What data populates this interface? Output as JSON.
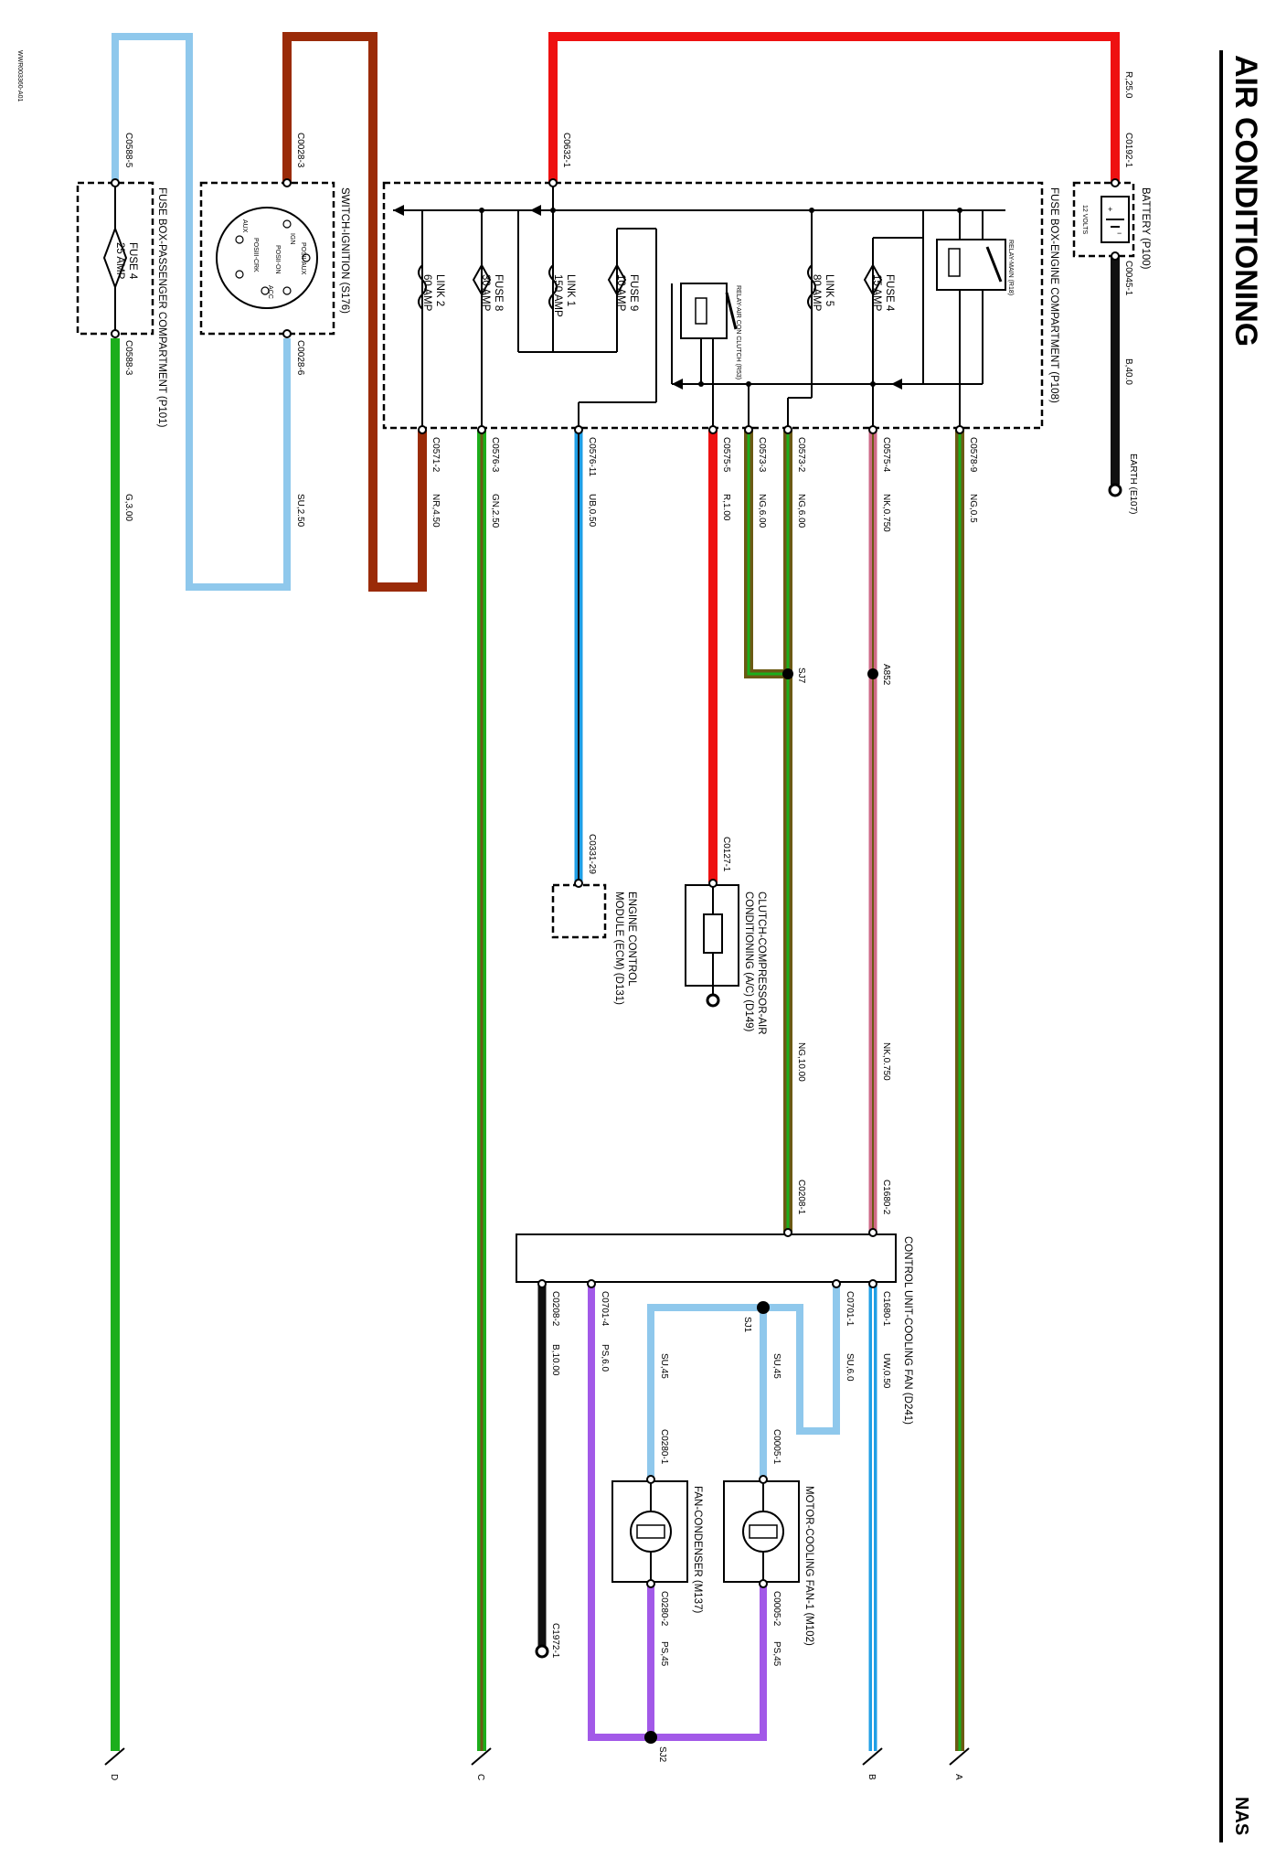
{
  "page": {
    "title": "AIR CONDITIONING",
    "region": "NAS",
    "figure_id": "WWR003360-A01"
  },
  "components": {
    "battery": "BATTERY (P100)",
    "earth": "EARTH (E107)",
    "fuse_box_engine": "FUSE BOX-ENGINE COMPARTMENT (P108)",
    "fuse_box_passenger": "FUSE BOX-PASSENGER COMPARTMENT (P101)",
    "switch_ignition": "SWITCH-IGNITION (S176)",
    "ecm_line1": "ENGINE CONTROL",
    "ecm_line2": "MODULE (ECM) (D131)",
    "clutch_line1": "CLUTCH-COMPRESSOR-AIR",
    "clutch_line2": "CONDITIONING (A/C) (D149)",
    "control_unit_fan": "CONTROL UNIT-COOLING FAN (D241)",
    "motor_fan": "MOTOR-COOLING FAN-1 (M102)",
    "fan_condenser": "FAN-CONDENSER (M137)"
  },
  "fuses": {
    "link2_name": "LINK 2",
    "link2_rating": "60 AMP",
    "fuse8_name": "FUSE 8",
    "fuse8_rating": "30 AMP",
    "link1_name": "LINK 1",
    "link1_rating": "150 AMP",
    "fuse9_name": "FUSE 9",
    "fuse9_rating": "10 AMP",
    "link5_name": "LINK 5",
    "link5_rating": "80 AMP",
    "fuse4e_name": "FUSE 4",
    "fuse4e_rating": "15 AMP",
    "fuse4p_name": "FUSE 4",
    "fuse4p_rating": "25 AMP"
  },
  "relays": {
    "relay_a": "RELAY-MAIN (R18)",
    "relay_b": "RELAY-AIR CON CLUTCH (R53)"
  },
  "battery_cell": "12 VOLTS",
  "ignition_positions": [
    "IGN",
    "POSII-AUX",
    "POSIII-CRK",
    "POSII-ON",
    "ACC",
    "AUX"
  ],
  "connectors": {
    "c0192_1": "C0192-1",
    "c0045_1": "C0045-1",
    "c0632_1": "C0632-1",
    "c0028_3": "C0028-3",
    "c0028_6": "C0028-6",
    "c0588_5": "C0588-5",
    "c0588_3": "C0588-3",
    "c0571_2": "C0571-2",
    "c0576_3": "C0576-3",
    "c0576_11": "C0576-11",
    "c0575_5": "C0575-5",
    "c0573_3": "C0573-3",
    "c0573_2": "C0573-2",
    "c0575_4": "C0575-4",
    "c0578_9": "C0578-9",
    "c0331_29": "C0331-29",
    "c0127_1": "C0127-1",
    "c0208_1": "C0208-1",
    "c1680_2": "C1680-2",
    "c0208_2": "C0208-2",
    "c0701_4": "C0701-4",
    "c0701_1": "C0701-1",
    "c1680_1": "C1680-1",
    "c0280_1": "C0280-1",
    "c0005_1": "C0005-1",
    "c0280_2": "C0280-2",
    "c0005_2": "C0005-2",
    "c1972_1": "C1972-1"
  },
  "wires": {
    "r250": "R,25.0",
    "b400": "B,40.0",
    "su250": "SU,2.50",
    "g300": "G,3.00",
    "nr450": "NR,4.50",
    "gn250": "GN,2.50",
    "ub050": "UB,0.50",
    "r100": "R,1.00",
    "ng600a": "NG,6.00",
    "ng600b": "NG,6.00",
    "nk075a": "NK,0.750",
    "ng05": "NG,0.5",
    "ng1000": "NG,10.00",
    "nk075b": "NK,0.750",
    "b1000": "B,10.00",
    "ps60": "PS,6.0",
    "su45a": "SU,45",
    "su45b": "SU,45",
    "su60": "SU,6.0",
    "uw050": "UW,0.50",
    "ps45a": "PS,45",
    "ps45b": "PS,45"
  },
  "splices": {
    "sj7": "SJ7",
    "a852": "A852",
    "sj1": "SJ1",
    "sj2": "SJ2"
  },
  "off_page": {
    "a": "A",
    "b": "B",
    "c": "C",
    "d": "D"
  },
  "colors": {
    "red": "#ee1111",
    "black": "#111111",
    "light_blue": "#8fc8ec",
    "brown": "#9a2b08",
    "green": "#1cae1c",
    "blue": "#1f9fe6",
    "olive": "#6b5a14",
    "pink": "#cf6a88",
    "purple": "#a259e8"
  }
}
